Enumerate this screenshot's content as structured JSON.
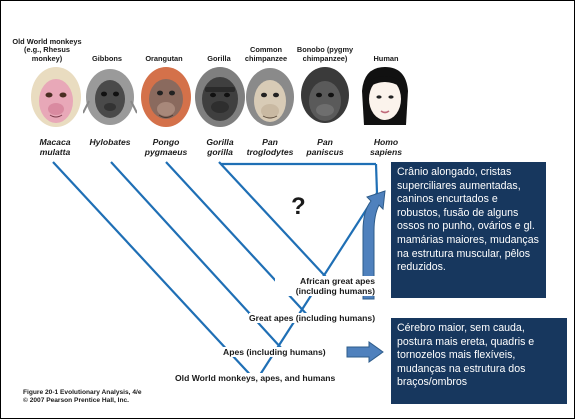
{
  "taxa": [
    {
      "common": "Old World monkeys (e.g., Rhesus monkey)",
      "genus": "Macaca",
      "species": "mulatta"
    },
    {
      "common": "Gibbons",
      "genus": "Hylobates",
      "species": ""
    },
    {
      "common": "Orangutan",
      "genus": "Pongo",
      "species": "pygmaeus"
    },
    {
      "common": "Gorilla",
      "genus": "Gorilla",
      "species": "gorilla"
    },
    {
      "common": "Common chimpanzee",
      "genus": "Pan",
      "species": "troglodytes"
    },
    {
      "common": "Bonobo (pygmy chimpanzee)",
      "genus": "Pan",
      "species": "paniscus"
    },
    {
      "common": "Human",
      "genus": "Homo",
      "species": "sapiens"
    }
  ],
  "nodes": {
    "african_great_apes": "African great apes (including humans)",
    "great_apes": "Great apes (including humans)",
    "apes": "Apes (including humans)",
    "old_world": "Old World monkeys, apes, and humans"
  },
  "question_mark": "?",
  "notes": {
    "human_traits": "Crânio alongado, cristas superciliares aumentadas, caninos encurtados e robustos, fusão de alguns ossos no punho, ovários  e gl. mamárias maiores, mudanças na estrutura muscular, pêlos reduzidos.",
    "ape_traits": "Cérebro maior, sem cauda, postura mais ereta, quadris e tornozelos mais flexíveis, mudanças na estrutura dos braços/ombros"
  },
  "caption": {
    "line1": "Figure 20-1  Evolutionary Analysis, 4/e",
    "line2": "© 2007 Pearson Prentice Hall, Inc."
  },
  "colors": {
    "branch": "#1f6fb5",
    "note_fill": "#17375e",
    "arrow_fill": "#4f81bd",
    "arrow_stroke": "#2e5c8a"
  }
}
